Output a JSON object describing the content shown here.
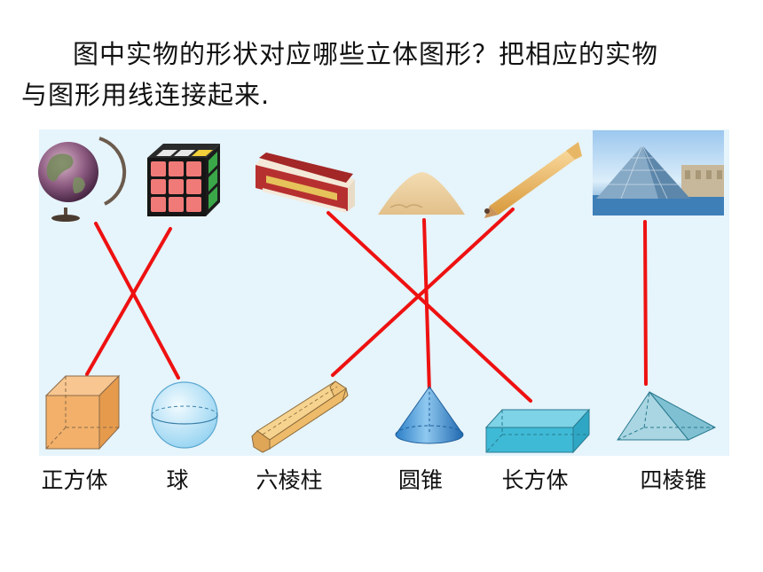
{
  "question": {
    "line1": "图中实物的形状对应哪些立体图形？把相应的实物",
    "line2": "与图形用线连接起来."
  },
  "shapes": [
    {
      "id": "cube",
      "label": "正方体"
    },
    {
      "id": "sphere",
      "label": "球"
    },
    {
      "id": "hex-prism",
      "label": "六棱柱"
    },
    {
      "id": "cone",
      "label": "圆锥"
    },
    {
      "id": "cuboid",
      "label": "长方体"
    },
    {
      "id": "pyramid",
      "label": "四棱锥"
    }
  ],
  "objects": [
    "globe",
    "rubiks-cube",
    "book",
    "sand-pile",
    "pencil",
    "louvre-pyramid"
  ],
  "connections": [
    {
      "object": "globe",
      "shape": "sphere"
    },
    {
      "object": "rubiks-cube",
      "shape": "cube"
    },
    {
      "object": "book",
      "shape": "cuboid"
    },
    {
      "object": "sand-pile",
      "shape": "cone"
    },
    {
      "object": "pencil",
      "shape": "hex-prism"
    },
    {
      "object": "louvre-pyramid",
      "shape": "pyramid"
    }
  ],
  "colors": {
    "connector": "#ee1111",
    "panel": "#e6f4fb"
  }
}
